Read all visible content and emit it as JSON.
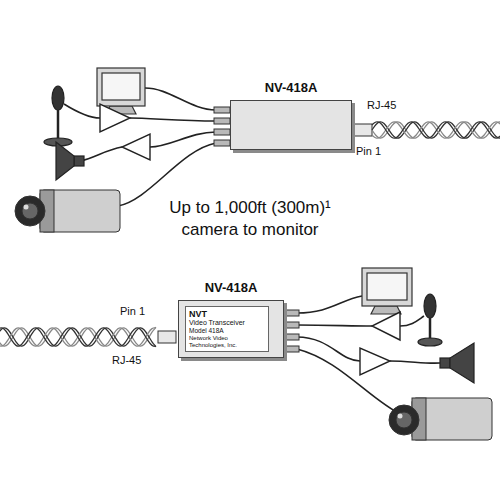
{
  "diagram": {
    "nodes": [
      {
        "text": [
          "NV-418A"
        ]
      },
      {
        "text": [
          "NV-418A",
          "NVT",
          "Video Transceiver",
          "Model 418A",
          "Network Video Technologies, Inc."
        ]
      }
    ],
    "labels": [
      "RJ-45",
      "Pin 1",
      "Up to 1,000ft (300m)¹ camera to monitor",
      "Pin 1",
      "RJ-45"
    ]
  }
}
